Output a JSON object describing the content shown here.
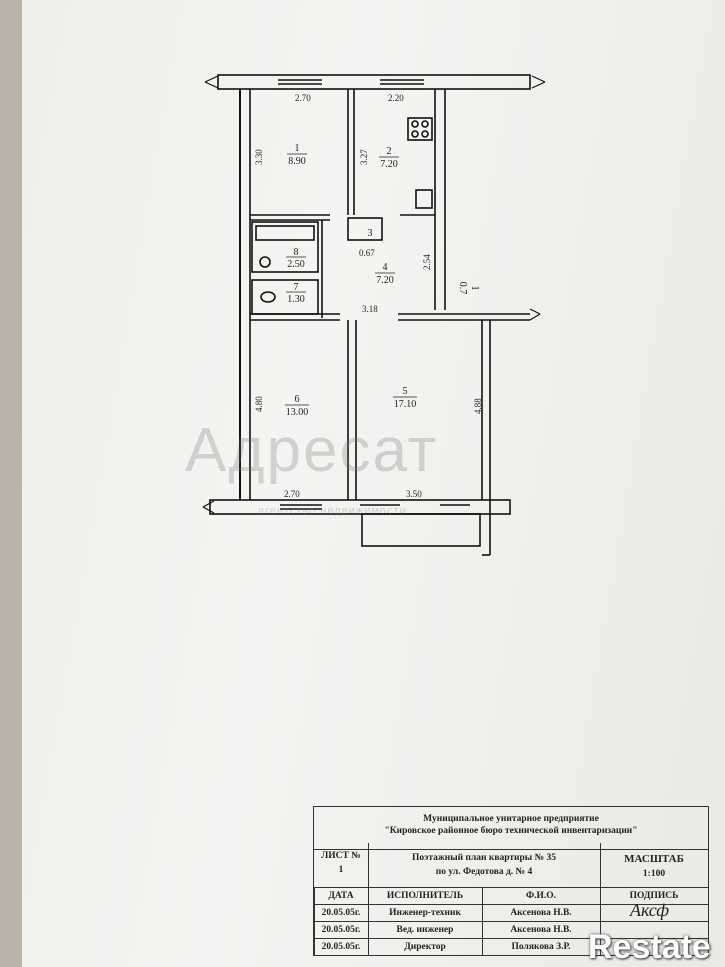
{
  "plan": {
    "dims": {
      "top_left": "2.70",
      "top_right": "2.20",
      "room1_height": "3.30",
      "room2_height": "3.27",
      "hall_height": "2.54",
      "hall_width": "3.18",
      "closet": "0.67",
      "left_height": "4.80",
      "right_height": "4.88",
      "bottom_left": "2.70",
      "bottom_right": "3.50"
    },
    "rooms": [
      {
        "num": "1",
        "area": "8.90"
      },
      {
        "num": "2",
        "area": "7.20"
      },
      {
        "num": "3",
        "area": ""
      },
      {
        "num": "4",
        "area": "7.20"
      },
      {
        "num": "5",
        "area": "17.10"
      },
      {
        "num": "6",
        "area": "13.00"
      },
      {
        "num": "7",
        "area": "1.30"
      },
      {
        "num": "8",
        "area": "2.50"
      },
      {
        "num": "1",
        "area": "0.7"
      }
    ]
  },
  "watermark": {
    "title": "Адресат",
    "subtitle": "агентство недвижимости"
  },
  "stamp": {
    "org_line1": "Муниципальное унитарное предприятие",
    "org_line2": "\"Кировское районное бюро технической инвентаризации\"",
    "sheet_label": "ЛИСТ №",
    "sheet_num": "1",
    "plan_title": "Поэтажный план квартиры № 35",
    "plan_address": "по ул. Федотова д. № 4",
    "scale_label": "МАСШТАБ",
    "scale_value": "1:100",
    "headers": [
      "ДАТА",
      "ИСПОЛНИТЕЛЬ",
      "Ф.И.О.",
      "ПОДПИСЬ"
    ],
    "rows": [
      {
        "date": "20.05.05г.",
        "role": "Инженер-техник",
        "name": "Аксенова Н.В."
      },
      {
        "date": "20.05.05г.",
        "role": "Вед. инженер",
        "name": "Аксенова Н.В."
      },
      {
        "date": "20.05.05г.",
        "role": "Директор",
        "name": "Полякова З.Р."
      }
    ]
  },
  "logo": "Restate"
}
